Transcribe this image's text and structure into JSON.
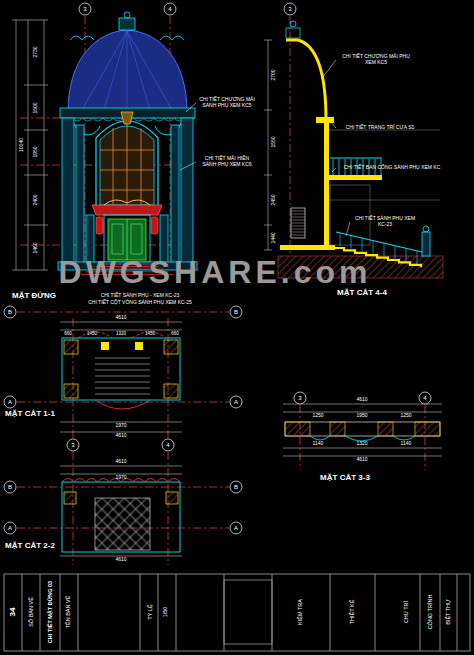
{
  "diagram": {
    "labels": [
      "MẶT ĐỨNG",
      "MẶT CẮT 4-4",
      "MẶT CẮT 1-1",
      "MẶT CẮT 2-2",
      "MẶT CẮT 3-3",
      "DWGSHARE.com",
      "CHI TIẾT CHƯƠNG MÁI SẢNH PHỤ XEM KC5",
      "CHI TIẾT MÁI HIÊN SẢNH PHỤ XEM KC6",
      "CHI TIẾT SẢNH PHỤ - XEM KC-23",
      "CHI TIẾT CỘT VÒNG SẢNH PHỤ XEM KC-25",
      "CHI TIẾT CHƯƠNG MÁI PHỤ XEM KC5",
      "CHI TIẾT TRANG TRÍ CỬA S1",
      "CHI TIẾT BAN CÔNG SẢNH PHỤ XEM KC",
      "CHI TIẾT SẢNH PHỤ XEM KC-23",
      "3",
      "4",
      "3",
      "B",
      "B",
      "A",
      "A",
      "3",
      "4",
      "B",
      "A",
      "B",
      "A",
      "3",
      "4",
      "2730",
      "1500",
      "1950",
      "2400",
      "1460",
      "10040",
      "2700",
      "1550",
      "2450",
      "1440",
      "4610",
      "660",
      "1450",
      "1320",
      "1450",
      "660",
      "1970",
      "4610",
      "4610",
      "1970",
      "4610",
      "4610",
      "1250",
      "1950",
      "1250",
      "1140",
      "1320",
      "1140",
      "4610",
      "34",
      "SỐ BẢN VẼ",
      "CHI TIẾT MẶT ĐỨNG 03",
      "TÊN BẢN VẼ",
      "TỶ LỆ",
      "1/50",
      "KIỂM TRA",
      "THIẾT KẾ",
      "CHỦ TRÌ",
      "CÔNG TRÌNH",
      "BIỆT THỰ"
    ]
  }
}
